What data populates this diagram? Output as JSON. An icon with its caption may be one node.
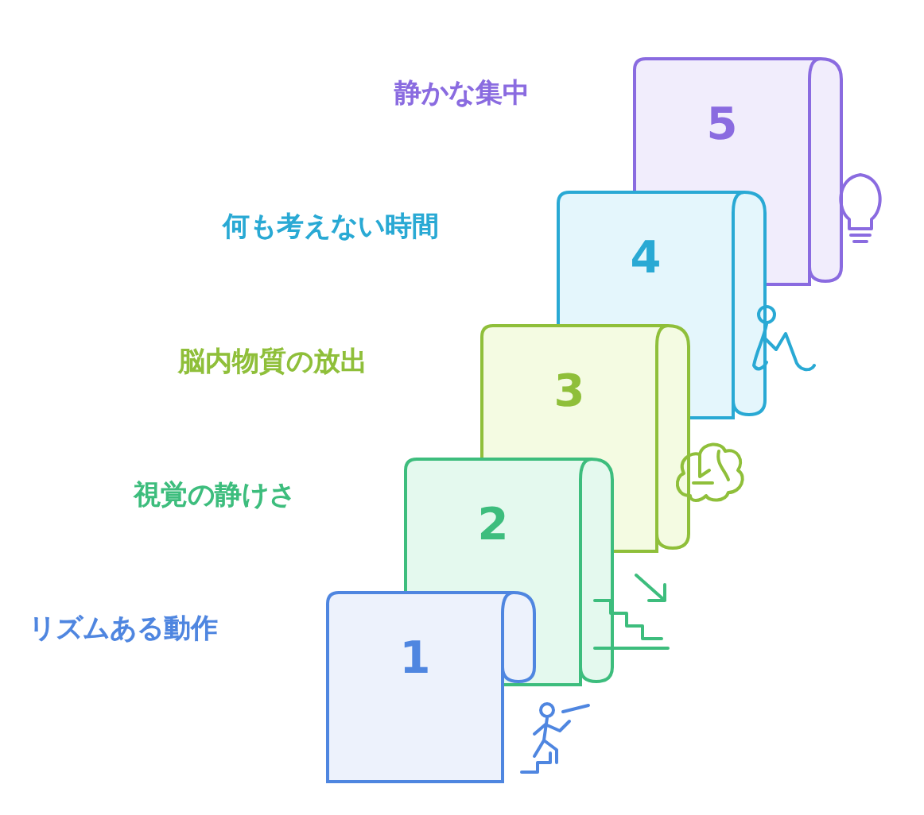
{
  "diagram": {
    "nodes": [
      {
        "text": [
          "1"
        ]
      },
      {
        "text": [
          "2"
        ]
      },
      {
        "text": [
          "3"
        ]
      },
      {
        "text": [
          "4"
        ]
      },
      {
        "text": [
          "5"
        ]
      }
    ],
    "labels": [
      "静かな集中",
      "何も考えない時間",
      "脳内物質の放出",
      "視覚の静けさ",
      "リズムある動作"
    ]
  }
}
